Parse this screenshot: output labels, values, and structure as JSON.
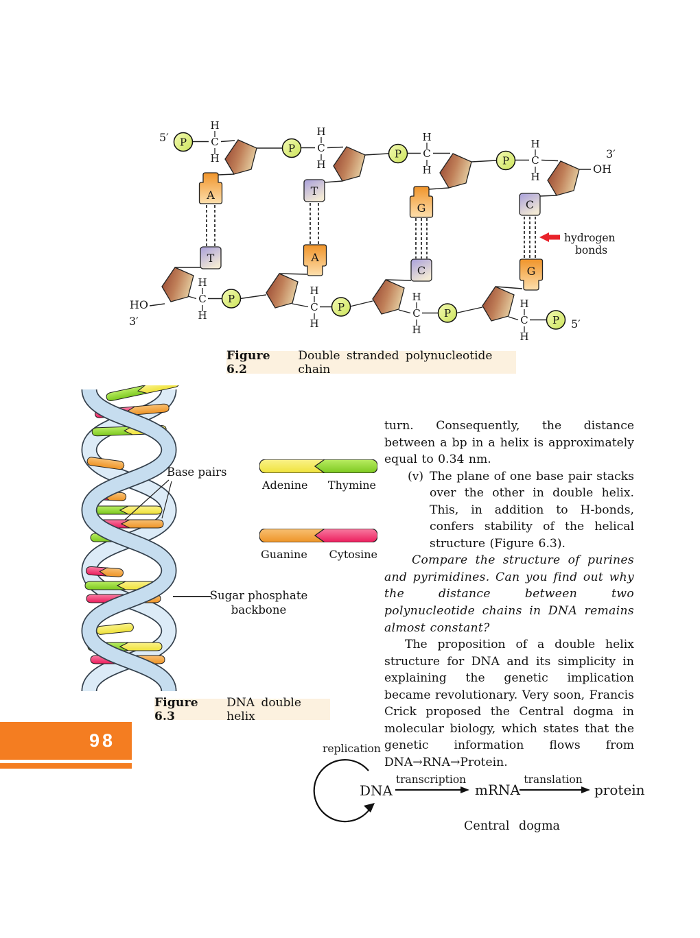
{
  "fig62": {
    "caption_label": "Figure 6.2",
    "caption_text": "Double stranded polynucleotide chain",
    "hydrogen_label_1": "hydrogen",
    "hydrogen_label_2": "bonds",
    "five_prime": "5′",
    "three_prime": "3′",
    "oh": "OH",
    "ho": "HO",
    "p": "P",
    "c": "C",
    "h": "H",
    "base_a": "A",
    "base_t": "T",
    "base_g": "G",
    "base_c": "C"
  },
  "fig63": {
    "base_pairs_label": "Base pairs",
    "backbone_label_1": "Sugar phosphate",
    "backbone_label_2": "backbone",
    "legend": {
      "adenine": "Adenine",
      "thymine": "Thymine",
      "guanine": "Guanine",
      "cytosine": "Cytosine"
    },
    "caption_label": "Figure 6.3",
    "caption_text": "DNA double helix"
  },
  "body": {
    "para_continuation": "turn. Consequently, the distance between a bp in a helix is approximately equal to 0.34 nm.",
    "item_v_marker": "(v)",
    "item_v_text": "The plane of one base pair stacks over the other in double helix. This, in addition to H-bonds, confers stability of the helical structure (Figure 6.3).",
    "question_italic": "Compare the structure of purines and pyrimidines. Can you find out why the distance between two polynucleotide chains in DNA remains almost constant?",
    "para_proposition": "The proposition of a double helix structure for DNA and its simplicity in explaining the genetic implication became revolutionary. Very soon, Francis Crick proposed the Central dogma in molecular biology, which states that the genetic information flows from DNA→RNA→Protein."
  },
  "page_number": "98",
  "central_dogma": {
    "replication": "replication",
    "dna": "DNA",
    "transcription": "transcription",
    "mrna": "mRNA",
    "translation": "translation",
    "protein": "protein",
    "caption": "Central dogma"
  },
  "colors": {
    "accent_orange": "#f47d21",
    "caption_background": "#fcf1df",
    "hydrogen_arrow_red": "#e8222a"
  }
}
